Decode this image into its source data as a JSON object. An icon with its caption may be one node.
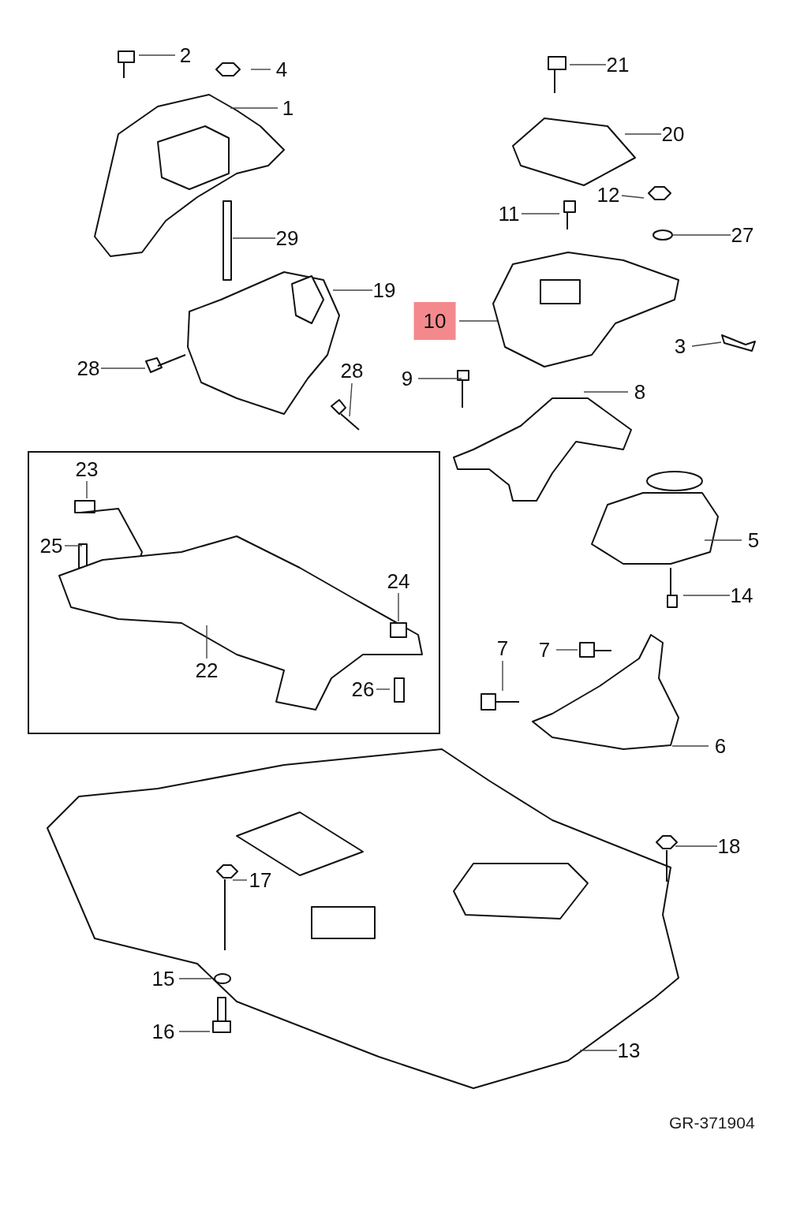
{
  "diagram": {
    "nodes": [
      {
        "text": [
          "2"
        ]
      },
      {
        "text": [
          "4"
        ]
      },
      {
        "text": [
          "21"
        ]
      },
      {
        "text": [
          "1"
        ]
      },
      {
        "text": [
          "20"
        ]
      },
      {
        "text": [
          "12"
        ]
      },
      {
        "text": [
          "11"
        ]
      },
      {
        "text": [
          "27"
        ]
      },
      {
        "text": [
          "29"
        ]
      },
      {
        "text": [
          "19"
        ]
      },
      {
        "text": [
          "10"
        ]
      },
      {
        "text": [
          "3"
        ]
      },
      {
        "text": [
          "28"
        ]
      },
      {
        "text": [
          "28"
        ]
      },
      {
        "text": [
          "9"
        ]
      },
      {
        "text": [
          "8"
        ]
      },
      {
        "text": [],
        "shape": "box"
      },
      {
        "text": [
          "23"
        ],
        "in": 16
      },
      {
        "text": [
          "25"
        ],
        "in": 16
      },
      {
        "text": [
          "5"
        ]
      },
      {
        "text": [
          "24"
        ],
        "in": 16
      },
      {
        "text": [
          "14"
        ]
      },
      {
        "text": [
          "7"
        ]
      },
      {
        "text": [
          "7"
        ]
      },
      {
        "text": [
          "22"
        ],
        "in": 16
      },
      {
        "text": [
          "26"
        ],
        "in": 16
      },
      {
        "text": [
          "6"
        ]
      },
      {
        "text": [
          "18"
        ]
      },
      {
        "text": [
          "17"
        ]
      },
      {
        "text": [
          "15"
        ]
      },
      {
        "text": [
          "16"
        ]
      },
      {
        "text": [
          "13"
        ]
      }
    ],
    "edges": [
      {
        "from": 0,
        "to": null,
        "arrow": "none"
      },
      {
        "from": 1,
        "to": null,
        "arrow": "none"
      },
      {
        "from": 2,
        "to": null,
        "arrow": "none"
      },
      {
        "from": 3,
        "to": null,
        "arrow": "none"
      },
      {
        "from": 4,
        "to": null,
        "arrow": "none"
      },
      {
        "from": 5,
        "to": null,
        "arrow": "none"
      },
      {
        "from": 6,
        "to": null,
        "arrow": "none"
      },
      {
        "from": 7,
        "to": null,
        "arrow": "none"
      },
      {
        "from": 8,
        "to": null,
        "arrow": "none"
      },
      {
        "from": 9,
        "to": null,
        "arrow": "none"
      },
      {
        "from": 10,
        "to": null,
        "arrow": "none"
      },
      {
        "from": 11,
        "to": null,
        "arrow": "none"
      },
      {
        "from": 12,
        "to": null,
        "arrow": "none"
      },
      {
        "from": 13,
        "to": null,
        "arrow": "none"
      },
      {
        "from": 14,
        "to": null,
        "arrow": "none"
      },
      {
        "from": 15,
        "to": null,
        "arrow": "none"
      },
      {
        "from": 17,
        "to": null,
        "arrow": "none"
      },
      {
        "from": 18,
        "to": null,
        "arrow": "none"
      },
      {
        "from": 19,
        "to": null,
        "arrow": "none"
      },
      {
        "from": 20,
        "to": null,
        "arrow": "none"
      },
      {
        "from": 21,
        "to": null,
        "arrow": "none"
      },
      {
        "from": 22,
        "to": null,
        "arrow": "none"
      },
      {
        "from": 23,
        "to": null,
        "arrow": "none"
      },
      {
        "from": 24,
        "to": null,
        "arrow": "none"
      },
      {
        "from": 25,
        "to": null,
        "arrow": "none"
      },
      {
        "from": 26,
        "to": null,
        "arrow": "none"
      },
      {
        "from": 27,
        "to": null,
        "arrow": "none"
      },
      {
        "from": 28,
        "to": null,
        "arrow": "none"
      },
      {
        "from": 29,
        "to": null,
        "arrow": "none"
      },
      {
        "from": 30,
        "to": null,
        "arrow": "none"
      },
      {
        "from": 31,
        "to": null,
        "arrow": "none"
      }
    ],
    "labels": [
      "GR-371904"
    ]
  }
}
